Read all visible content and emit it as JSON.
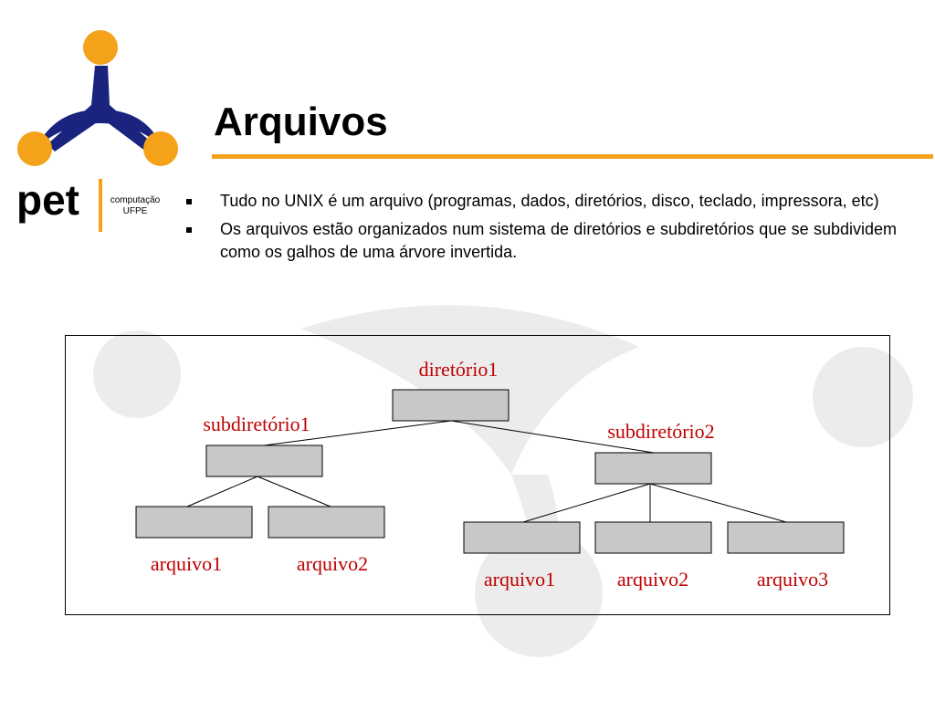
{
  "logo": {
    "wordmark": "pet",
    "subtitle_line1": "computação",
    "subtitle_line2": "UFPE",
    "colors": {
      "orange": "#f5a21b",
      "navy": "#1a237e"
    }
  },
  "slide": {
    "title": "Arquivos",
    "bullets": [
      {
        "text": "Tudo no UNIX é um arquivo (programas, dados, diretórios, disco, teclado, impressora, etc)"
      },
      {
        "text": "Os arquivos estão organizados num sistema de diretórios e subdiretórios que se subdividem como os galhos de uma árvore invertida."
      }
    ]
  },
  "tree": {
    "colors": {
      "box_fill": "#c8c8c8",
      "label": "#c00000",
      "line": "#000000"
    },
    "root": {
      "label": "diretório1"
    },
    "subdirs": [
      {
        "label": "subdiretório1",
        "files": [
          "arquivo1",
          "arquivo2"
        ]
      },
      {
        "label": "subdiretório2",
        "files": [
          "arquivo1",
          "arquivo2",
          "arquivo3"
        ]
      }
    ]
  }
}
